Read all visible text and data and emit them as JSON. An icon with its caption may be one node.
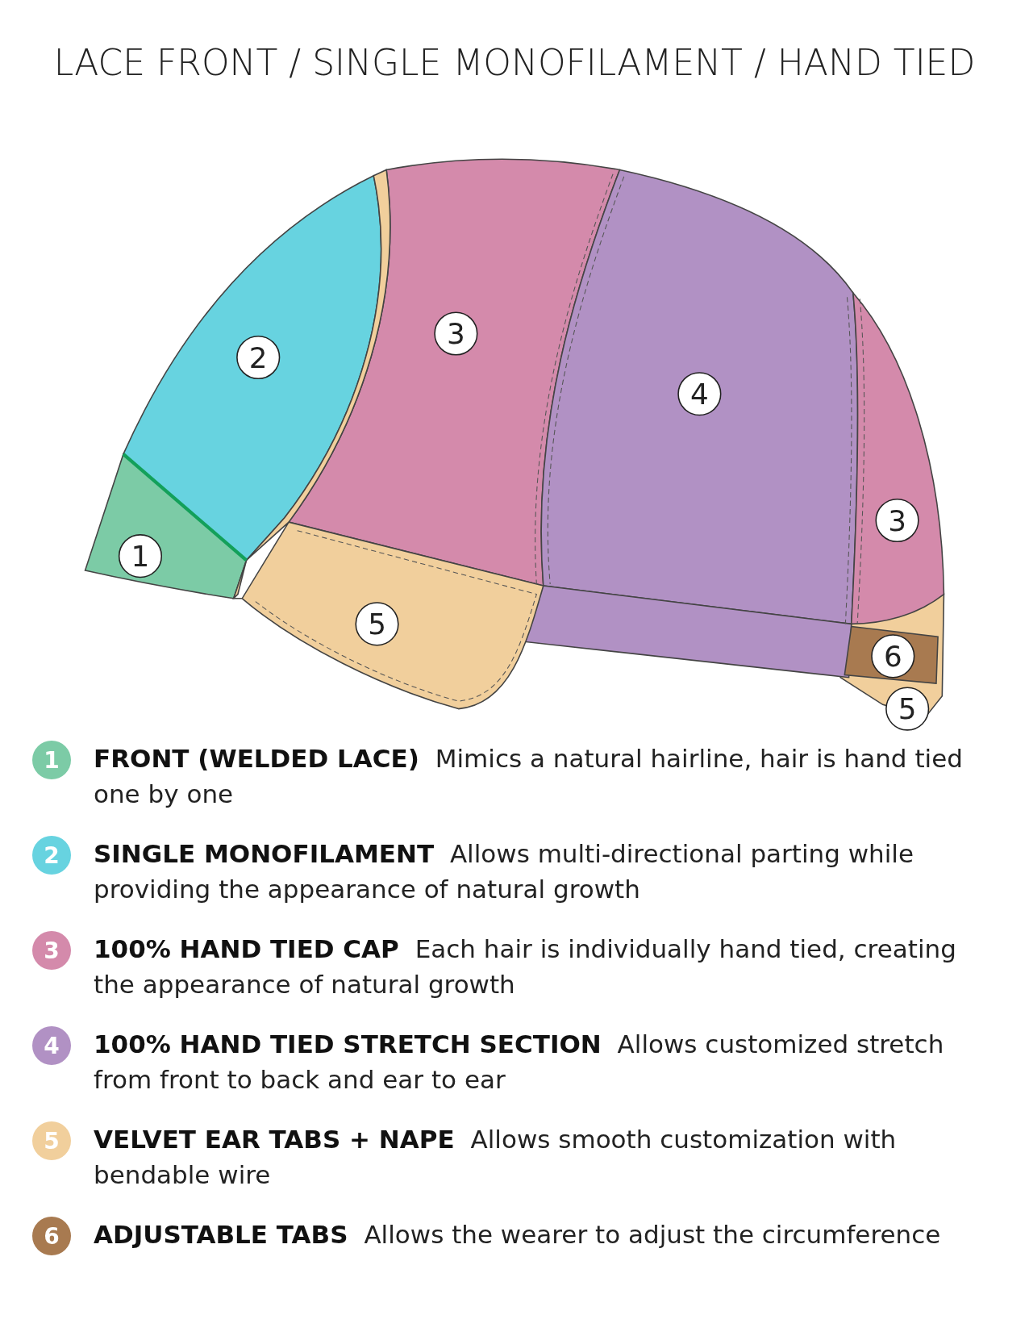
{
  "diagram": {
    "title": "LACE FRONT / SINGLE MONOFILAMENT / HAND TIED",
    "labels": [
      "3",
      "2",
      "4",
      "3",
      "1",
      "5",
      "6",
      "5",
      "1",
      "2",
      "3",
      "4",
      "5",
      "6"
    ],
    "legend": [
      {
        "text": "**FRONT (WELDED LACE)** Mimics a natural hairline, hair is hand tied one by one",
        "color": "#7ccba6"
      },
      {
        "text": "**SINGLE MONOFILAMENT** Allows multi-directional parting while providing the appearance of natural growth",
        "color": "#67d3e0"
      },
      {
        "text": "**100% HAND TIED CAP** Each hair is individually hand tied, creating the appearance of natural growth",
        "color": "#d48aab"
      },
      {
        "text": "**100% HAND TIED STRETCH SECTION** Allows customized stretch from front to back and ear to ear",
        "color": "#b191c4"
      },
      {
        "text": "**VELVET EAR TABS + NAPE** Allows smooth customization with bendable wire",
        "color": "#f1cf9c"
      },
      {
        "text": "**ADJUSTABLE TABS** Allows the wearer to adjust the circumference",
        "color": "#a87a50"
      }
    ]
  }
}
